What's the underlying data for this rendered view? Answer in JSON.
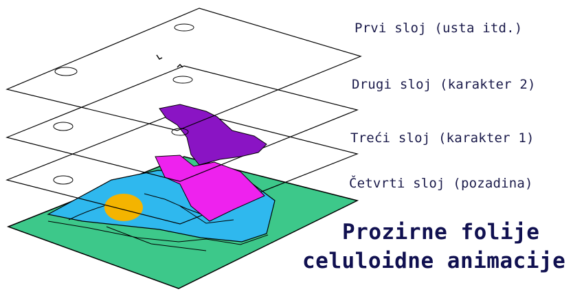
{
  "layers": [
    {
      "label": "Prvi sloj (usta itd.)"
    },
    {
      "label": "Drugi sloj (karakter 2)"
    },
    {
      "label": "Treći sloj (karakter 1)"
    },
    {
      "label": "Četvrti sloj (pozadina)"
    }
  ],
  "caption": {
    "line1": "Prozirne folije",
    "line2": "celuloidne animacije"
  },
  "colors": {
    "background_green": "#3dc88a",
    "background_blue": "#2fb8ee",
    "sun_yellow": "#f4b400",
    "character1_magenta": "#ee22ee",
    "character2_purple": "#8a14c4",
    "outline": "#000000",
    "label_text": "#1a1a4a"
  }
}
